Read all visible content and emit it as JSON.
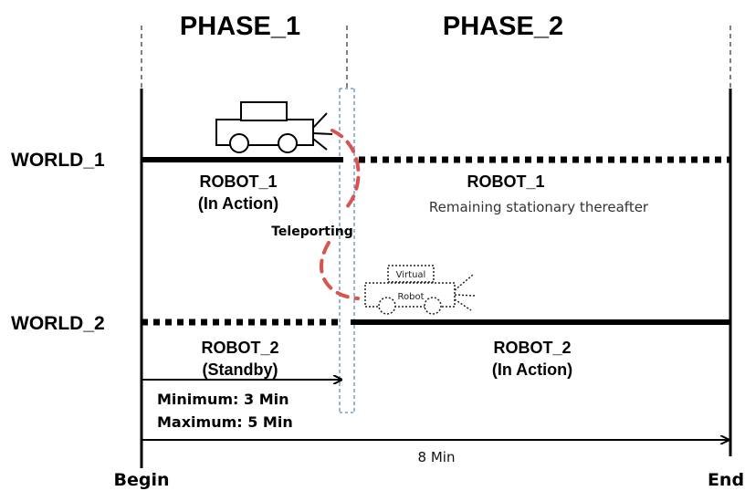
{
  "phases": [
    "PHASE_1",
    "PHASE_2"
  ],
  "worlds": {
    "world_1": "WORLD_1",
    "world_2": "WORLD_2"
  },
  "robots": {
    "robot_1_name": "ROBOT_1",
    "robot_1_state": "(In Action)",
    "robot_1_after_name": "ROBOT_1",
    "robot_1_after_note": "Remaining stationary thereafter",
    "robot_2_name": "ROBOT_2",
    "robot_2_state": "(Standby)",
    "robot_2_after_name": "ROBOT_2",
    "robot_2_after_state": "(In Action)"
  },
  "teleport_label": "Teleporting",
  "virtual_robot": {
    "line1": "Virtual",
    "line2": "Robot"
  },
  "durations": {
    "minimum": "Minimum: 3 Min",
    "maximum": "Maximum: 5 Min",
    "total": "8 Min"
  },
  "timeline": {
    "begin": "Begin",
    "end": "End"
  },
  "colors": {
    "teleport_arc": "#d9534f",
    "teleport_band": "#2e6db4"
  }
}
